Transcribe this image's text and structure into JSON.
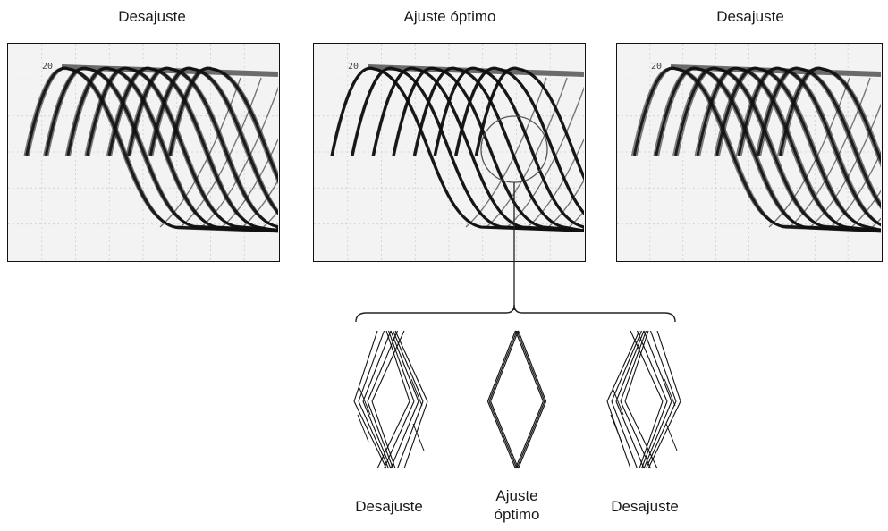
{
  "panels": [
    {
      "title": "Desajuste",
      "spacing": 22,
      "spread": 2.4,
      "jitter": 1.2
    },
    {
      "title": "Ajuste óptimo",
      "spacing": 22,
      "spread": 1.1,
      "jitter": 0.3
    },
    {
      "title": "Desajuste",
      "spacing": 22,
      "spread": 2.6,
      "jitter": -1.2
    }
  ],
  "screen_marker_text": "20",
  "detail_views": [
    {
      "label": "Desajuste",
      "mode": "left"
    },
    {
      "label": "Ajuste óptimo",
      "mode": "optimal"
    },
    {
      "label": "Desajuste",
      "mode": "right"
    }
  ],
  "colors": {
    "trace": "#111111",
    "screen": "#f3f3f3",
    "grid": "#cfcfcf",
    "frame": "#111111"
  }
}
